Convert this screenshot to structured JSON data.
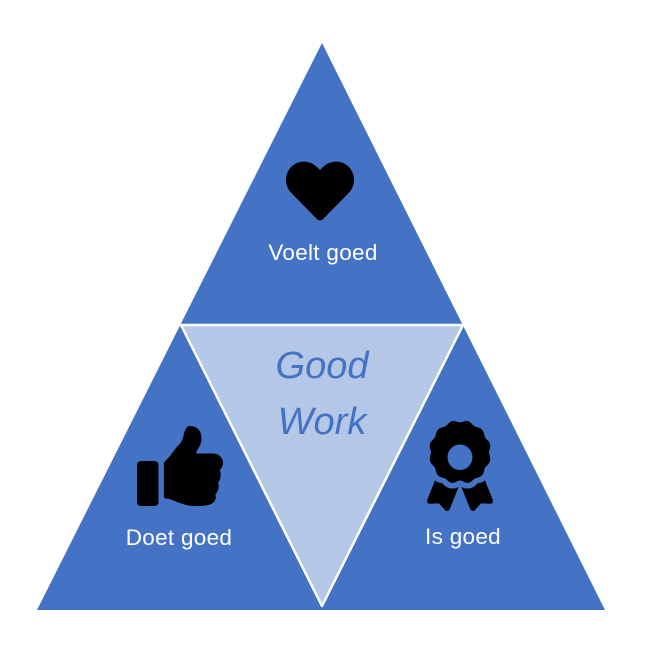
{
  "diagram": {
    "name": "good-work-triangle",
    "title": {
      "line1": "Good",
      "line2": "Work"
    },
    "sections": [
      {
        "id": "top",
        "label": "Voelt goed",
        "icon": "heart-icon"
      },
      {
        "id": "bottom-left",
        "label": "Doet goed",
        "icon": "thumbs-up-icon"
      },
      {
        "id": "bottom-right",
        "label": "Is goed",
        "icon": "award-icon"
      }
    ],
    "colors": {
      "triangle_fill": "#4472C4",
      "inner_fill": "#B4C7E7",
      "inner_stroke": "#FFFFFF",
      "label_color": "#FFFFFF",
      "title_color": "#4472C4",
      "icon_color": "#000000",
      "background": "#FFFFFF"
    }
  }
}
